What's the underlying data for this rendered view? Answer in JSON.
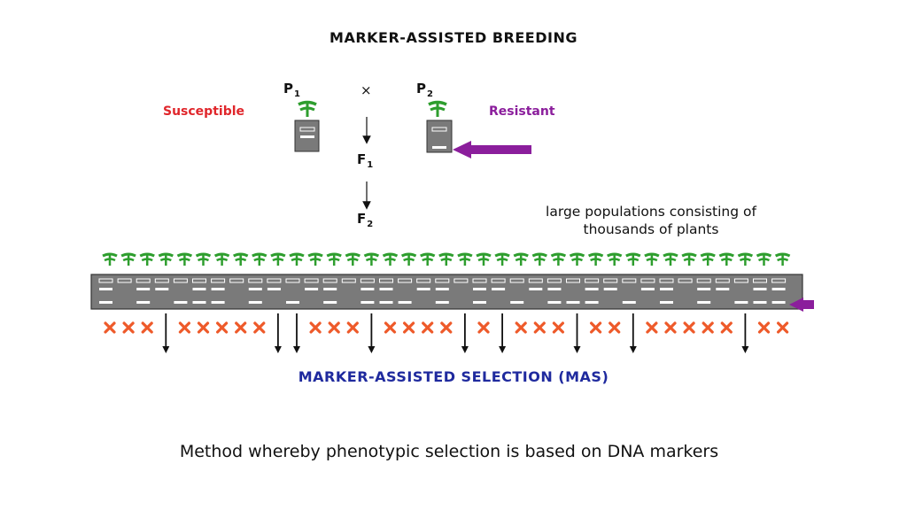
{
  "title": "MARKER-ASSISTED BREEDING",
  "parents": {
    "p1": {
      "letter": "P",
      "sub": "1"
    },
    "cross": "×",
    "p2": {
      "letter": "P",
      "sub": "2"
    }
  },
  "generations": {
    "f1": {
      "letter": "F",
      "sub": "1"
    },
    "f2": {
      "letter": "F",
      "sub": "2"
    }
  },
  "labels": {
    "susceptible": "Susceptible",
    "resistant": "Resistant",
    "population_line1": "large populations consisting of",
    "population_line2": "thousands of plants"
  },
  "selection_title": "MARKER-ASSISTED SELECTION (MAS)",
  "footer": "Method whereby phenotypic selection is based on DNA markers",
  "colors": {
    "plant": "#2e9e2e",
    "gel": "#7a7a7a",
    "reject_x": "#ee5a2a",
    "arrow_purple": "#8b1e9c",
    "susceptible": "#e0262b",
    "mas_title": "#1f2a9e"
  },
  "selection_pattern": [
    "x",
    "x",
    "x",
    "sel",
    "x",
    "x",
    "x",
    "x",
    "x",
    "sel",
    "sel",
    "x",
    "x",
    "x",
    "sel",
    "x",
    "x",
    "x",
    "x",
    "sel",
    "x",
    "sel",
    "x",
    "x",
    "x",
    "sel",
    "x",
    "x",
    "sel",
    "x",
    "x",
    "x",
    "x",
    "x",
    "sel",
    "x",
    "x"
  ]
}
